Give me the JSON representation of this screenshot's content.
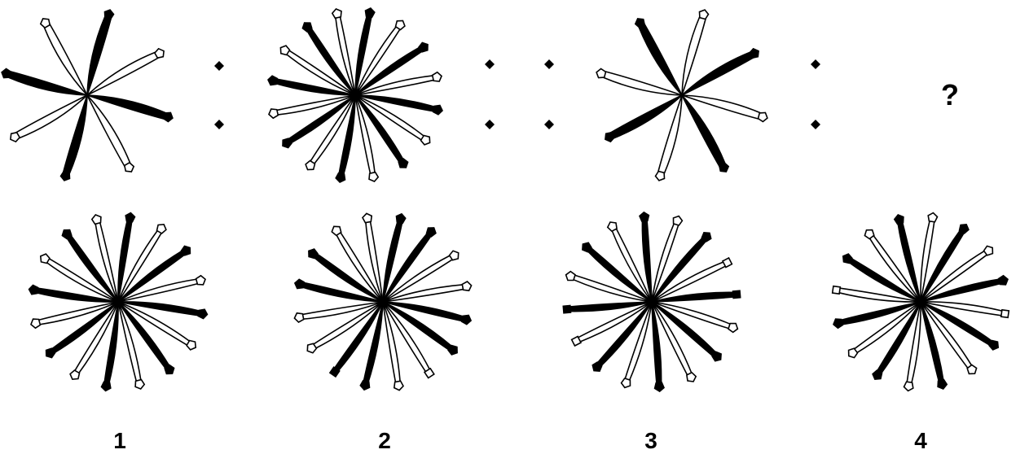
{
  "question": {
    "mark": "?",
    "figures": [
      {
        "name": "figure-1",
        "spokes": 8
      },
      {
        "name": "figure-2",
        "spokes": 16
      },
      {
        "name": "figure-3",
        "spokes": 8
      }
    ]
  },
  "options": [
    {
      "label": "1",
      "spokes": 16
    },
    {
      "label": "2",
      "spokes": 16
    },
    {
      "label": "3",
      "spokes": 16
    },
    {
      "label": "4",
      "spokes": 16
    }
  ],
  "colors": {
    "ink": "#000000",
    "paper": "#ffffff"
  }
}
